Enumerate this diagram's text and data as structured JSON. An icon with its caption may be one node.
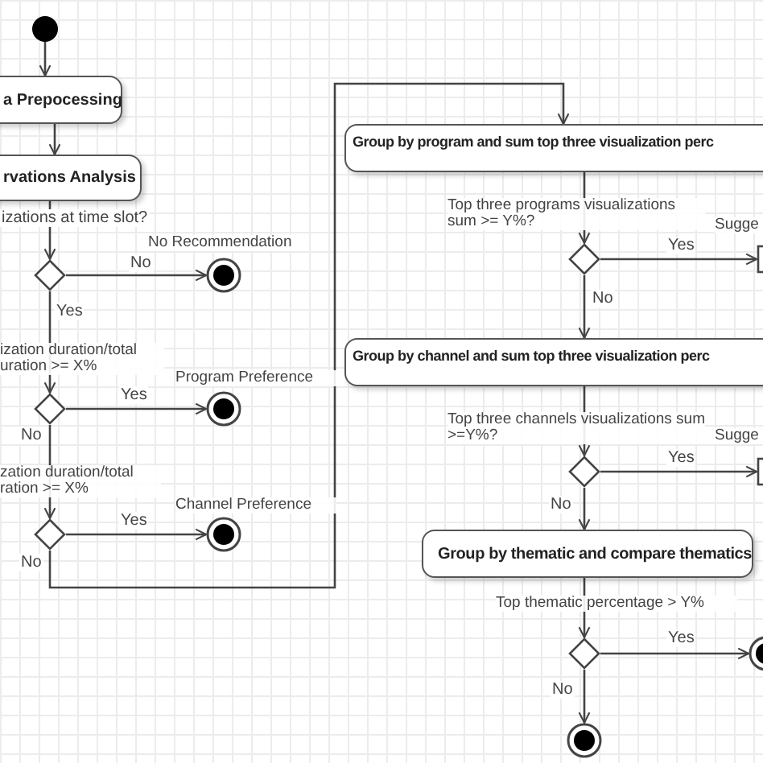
{
  "diagram": {
    "nodes": [
      {
        "text": [],
        "shape": "circle"
      },
      {
        "text": [
          "a Prepocessing"
        ]
      },
      {
        "text": [
          "rvations Analysis"
        ]
      },
      {
        "text": [],
        "shape": "diamond"
      },
      {
        "text": [],
        "shape": "circle",
        "beside": [
          "No Recommendation"
        ]
      },
      {
        "text": [],
        "shape": "diamond",
        "beside": [
          "ization duration/total uration >= X%"
        ]
      },
      {
        "text": [],
        "shape": "circle",
        "beside": [
          "Program Preference"
        ]
      },
      {
        "text": [],
        "shape": "diamond",
        "beside": [
          "zation duration/total ration >= X%"
        ]
      },
      {
        "text": [],
        "shape": "circle",
        "beside": [
          "Channel Preference"
        ]
      },
      {
        "text": [
          "Group by program and sum top three visualization perc"
        ]
      },
      {
        "text": [],
        "shape": "diamond",
        "beside": [
          "Top three programs visualizations sum >= Y%?"
        ]
      },
      {
        "text": [],
        "shape": "bar",
        "beside": [
          "Sugge"
        ]
      },
      {
        "text": [
          "Group by channel and sum top three visualization perc"
        ]
      },
      {
        "text": [],
        "shape": "diamond",
        "beside": [
          "Top three channels visualizations sum >=Y%?"
        ]
      },
      {
        "text": [],
        "shape": "bar",
        "beside": [
          "Sugge"
        ]
      },
      {
        "text": [
          "Group by thematic and compare thematics"
        ]
      },
      {
        "text": [],
        "shape": "diamond",
        "beside": [
          "Top thematic percentage > Y%"
        ]
      },
      {
        "text": [],
        "shape": "circle"
      },
      {
        "text": [],
        "shape": "circle"
      }
    ],
    "edges": [
      {
        "from": 0,
        "to": 1,
        "arrow": "to"
      },
      {
        "from": 1,
        "to": 2,
        "arrow": "to"
      },
      {
        "from": 2,
        "to": 3,
        "arrow": "to",
        "label": "izations at time slot?"
      },
      {
        "from": 3,
        "to": 4,
        "arrow": "to",
        "label": "No"
      },
      {
        "from": 3,
        "to": 5,
        "arrow": "to",
        "label": "Yes"
      },
      {
        "from": 5,
        "to": 6,
        "arrow": "to",
        "label": "Yes"
      },
      {
        "from": 5,
        "to": 7,
        "arrow": "to",
        "label": "No"
      },
      {
        "from": 7,
        "to": 8,
        "arrow": "to",
        "label": "Yes"
      },
      {
        "from": 7,
        "to": 9,
        "arrow": "to",
        "label": "No"
      },
      {
        "from": 9,
        "to": 10,
        "arrow": "to"
      },
      {
        "from": 10,
        "to": 11,
        "arrow": "to",
        "label": "Yes"
      },
      {
        "from": 10,
        "to": 12,
        "arrow": "to",
        "label": "No"
      },
      {
        "from": 12,
        "to": 13,
        "arrow": "to"
      },
      {
        "from": 13,
        "to": 14,
        "arrow": "to",
        "label": "Yes"
      },
      {
        "from": 13,
        "to": 15,
        "arrow": "to",
        "label": "No"
      },
      {
        "from": 15,
        "to": 16,
        "arrow": "to"
      },
      {
        "from": 16,
        "to": 17,
        "arrow": "to",
        "label": "Yes"
      },
      {
        "from": 16,
        "to": 18,
        "arrow": "to",
        "label": "No"
      }
    ]
  }
}
